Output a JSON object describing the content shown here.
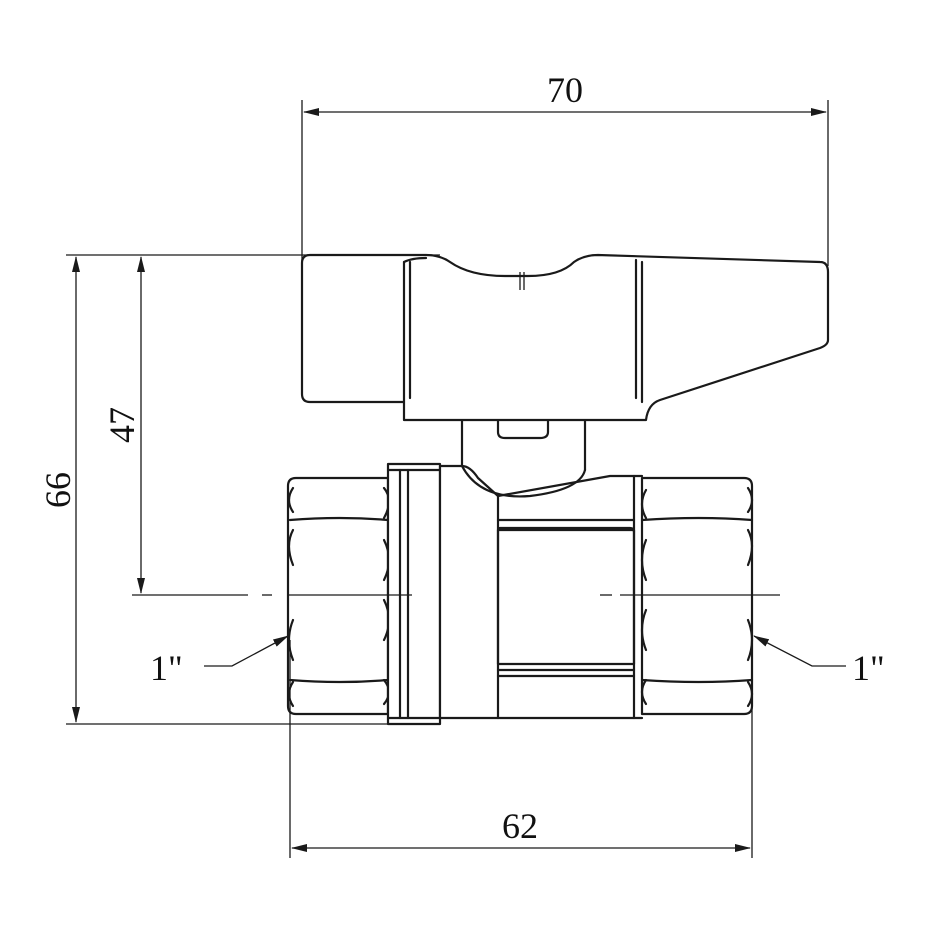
{
  "dimensions": {
    "handle_width": "70",
    "total_height": "66",
    "handle_to_axis_height": "47",
    "body_length": "62",
    "thread_left": "1\"",
    "thread_right": "1\""
  },
  "colors": {
    "line": "#1a1a1a",
    "background": "#ffffff"
  }
}
